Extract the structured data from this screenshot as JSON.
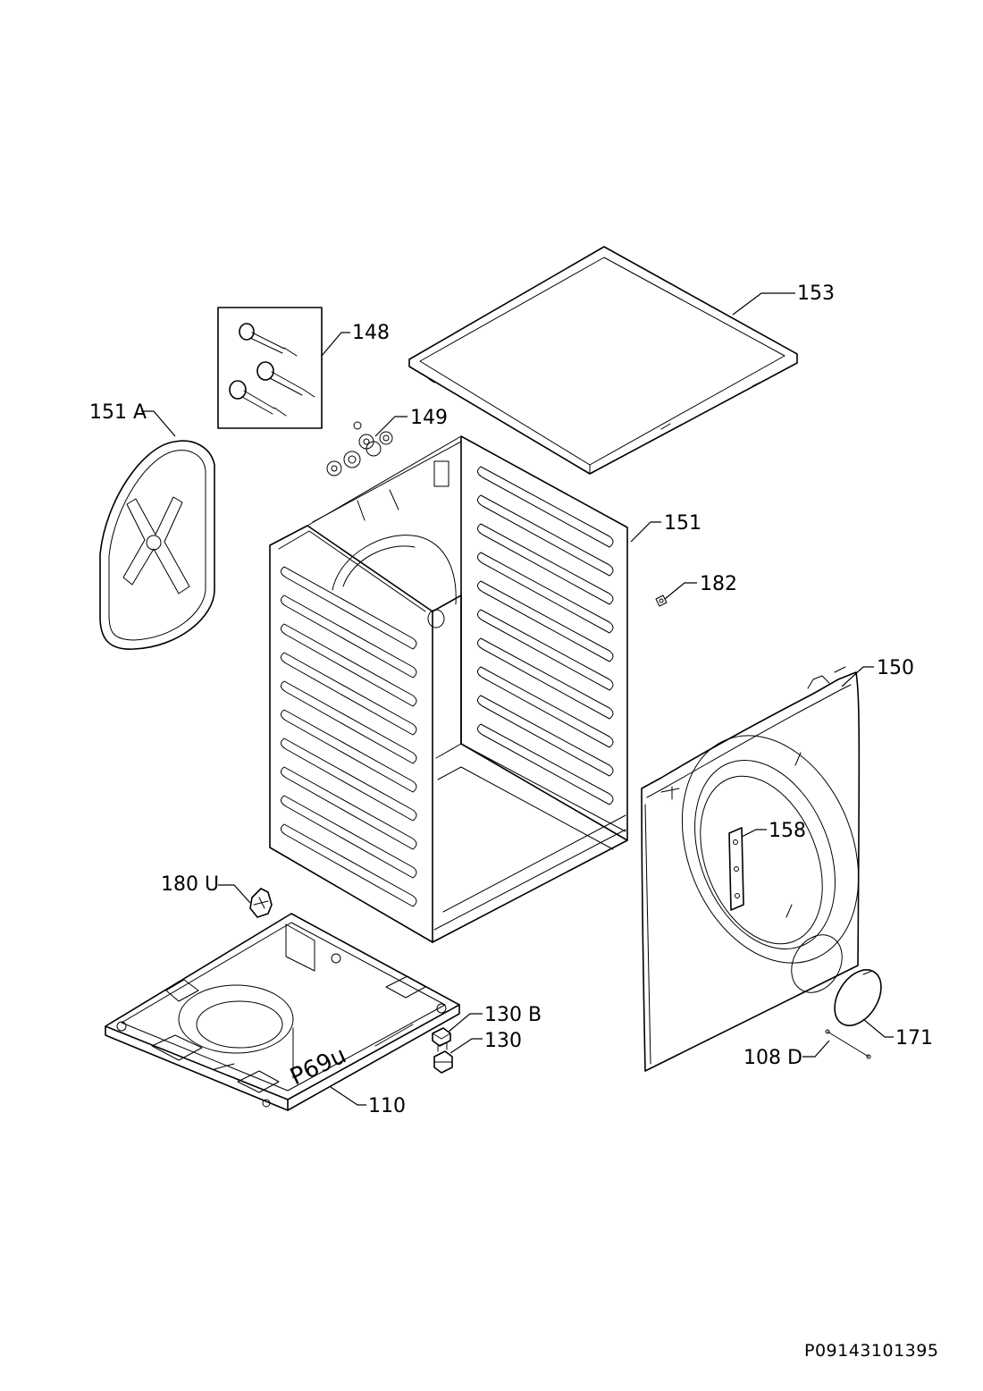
{
  "diagram": {
    "document_id": "P09143101395",
    "base_stamp": "P69u",
    "callouts": {
      "p153": "153",
      "p148": "148",
      "p151a": "151 A",
      "p149": "149",
      "p151": "151",
      "p182": "182",
      "p150": "150",
      "p158": "158",
      "p180u": "180 U",
      "p130b": "130 B",
      "p130": "130",
      "p110": "110",
      "p171": "171",
      "p108d": "108 D"
    }
  }
}
